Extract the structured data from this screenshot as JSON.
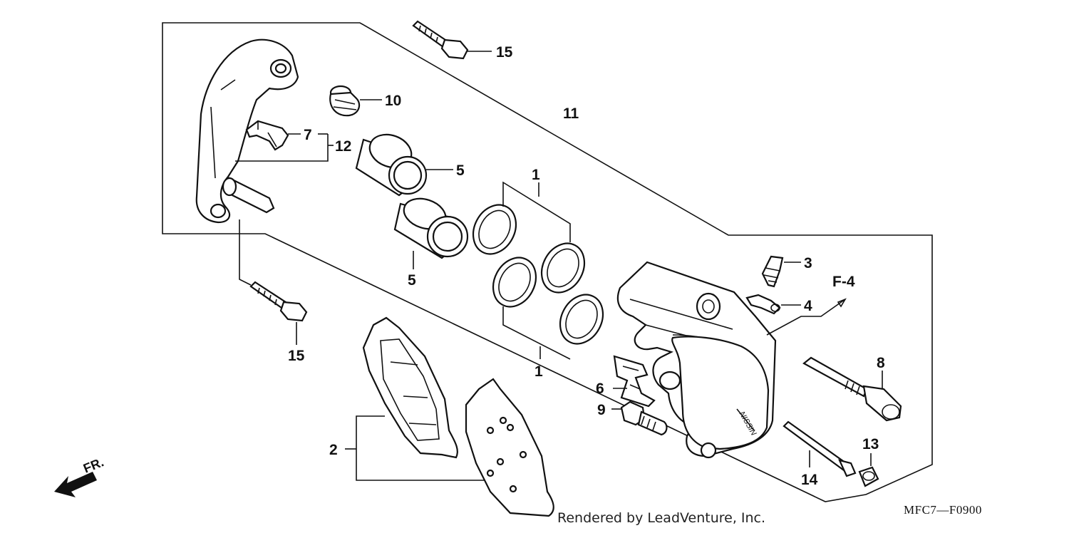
{
  "callouts": {
    "c15_top": "15",
    "c10": "10",
    "c11": "11",
    "c7": "7",
    "c12": "12",
    "c5_upper": "5",
    "c5_lower": "5",
    "c1_top": "1",
    "c1_bottom": "1",
    "c3": "3",
    "c4": "4",
    "cF4": "F-4",
    "c15_bottom": "15",
    "c8": "8",
    "c6": "6",
    "c9": "9",
    "c2": "2",
    "c13": "13",
    "c14": "14"
  },
  "direction_label": "FR.",
  "diagram_code": "MFC7—F0900",
  "credit": "Rendered by LeadVenture, Inc."
}
